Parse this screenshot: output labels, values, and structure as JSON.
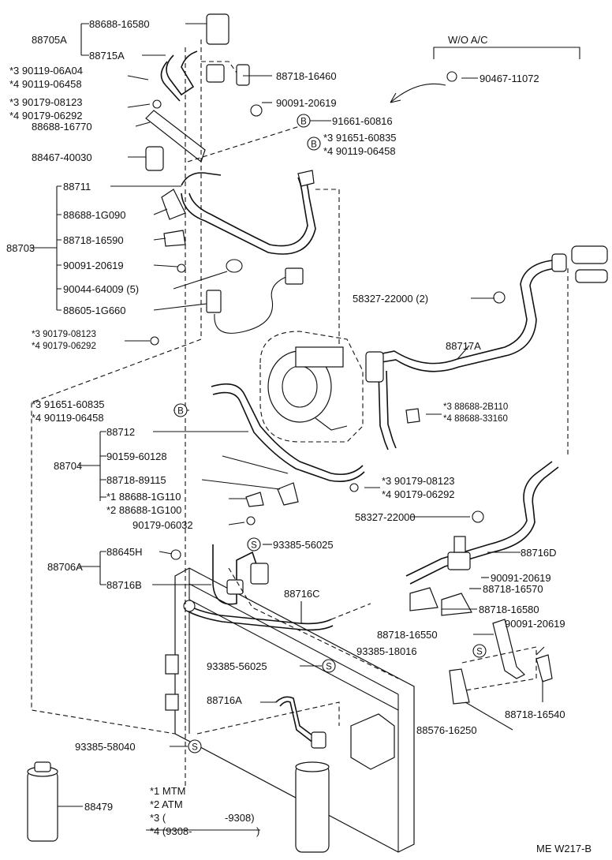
{
  "colors": {
    "ink": "#111111",
    "paper": "#ffffff"
  },
  "wo_ac": {
    "header": "W/O A/C",
    "part": "90467-11072"
  },
  "labels": {
    "p88705A": "88705A",
    "p88688_16580": "88688-16580",
    "p88715A": "88715A",
    "s3_90119_06A04": "*3  90119-06A04",
    "s4_90119_06458a": "*4  90119-06458",
    "s3_90179_08123a": "*3  90179-08123",
    "s4_90179_06292a": "*4  90179-06292",
    "p88688_16770": "88688-16770",
    "p88467_40030": "88467-40030",
    "p88718_16460": "88718-16460",
    "p90091_20619a": "90091-20619",
    "p91661_60816": "91661-60816",
    "s3_91651_60835a": "*3  91651-60835",
    "s4_90119_06458b": "*4  90119-06458",
    "p88703": "88703",
    "p88711": "88711",
    "p88688_1G090": "88688-1G090",
    "p88718_16590": "88718-16590",
    "p90091_20619b": "90091-20619",
    "p90044_64009": "90044-64009 (5)",
    "p88605_1G660": "88605-1G660",
    "s3_90179_08123b": "*3  90179-08123",
    "s4_90179_06292b": "*4  90179-06292",
    "p58327_22000_2": "58327-22000 (2)",
    "p88717A": "88717A",
    "s3_88688_2B110": "*3  88688-2B110",
    "s4_88688_33160": "*4  88688-33160",
    "s3_91651_60835b": "*3  91651-60835",
    "s4_90119_06458c": "*4  90119-06458",
    "p88712": "88712",
    "p88704": "88704",
    "p90159_60128": "90159-60128",
    "p88718_89115": "88718-89115",
    "s1_88688_1G110": "*1  88688-1G110",
    "s2_88688_1G100": "*2  88688-1G100",
    "p90179_06032": "90179-06032",
    "s3_90179_08123c": "*3  90179-08123",
    "s4_90179_06292c": "*4  90179-06292",
    "p58327_22000": "58327-22000",
    "p88706A": "88706A",
    "p88645H": "88645H",
    "p88716B": "88716B",
    "p93385_56025a": "93385-56025",
    "p88716C": "88716C",
    "p88716D": "88716D",
    "p90091_20619c": "90091-20619",
    "p88718_16570": "88718-16570",
    "p88718_16580": "88718-16580",
    "p88718_16550": "88718-16550",
    "p90091_20619d": "90091-20619",
    "p93385_18016": "93385-18016",
    "p93385_56025b": "93385-56025",
    "p88716A": "88716A",
    "p88718_16540": "88718-16540",
    "p88576_16250": "88576-16250",
    "p93385_58040": "93385-58040",
    "p88479": "88479"
  },
  "markers": {
    "b": "B",
    "s": "S"
  },
  "notes": {
    "n1": "*1  MTM",
    "n2": "*2  ATM",
    "n3_left": "*3  (",
    "n3_right": "-9308)",
    "n4_left": "*4  (9308-",
    "n4_right": ")"
  },
  "diagram_code": "ME W217-B"
}
